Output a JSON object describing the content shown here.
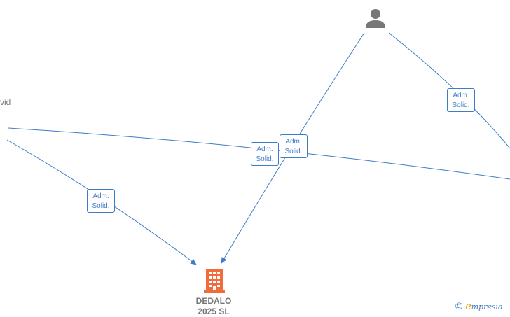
{
  "diagram": {
    "partial_person_name": "vid",
    "company": {
      "name_line1": "DEDALO",
      "name_line2": "2025  SL",
      "icon": "building-icon",
      "color": "#f26b3a"
    },
    "person": {
      "icon": "person-icon",
      "color": "#777777"
    },
    "relations": [
      {
        "line1": "Adm.",
        "line2": "Solid."
      },
      {
        "line1": "Adm.",
        "line2": "Solid."
      },
      {
        "line1": "Adm.",
        "line2": "Solid."
      },
      {
        "line1": "Adm.",
        "line2": "Solid."
      }
    ],
    "edge_color": "#3f7cc6"
  },
  "brand": {
    "copyright_symbol": "©",
    "name_initial": "e",
    "name_rest": "mpresia"
  }
}
